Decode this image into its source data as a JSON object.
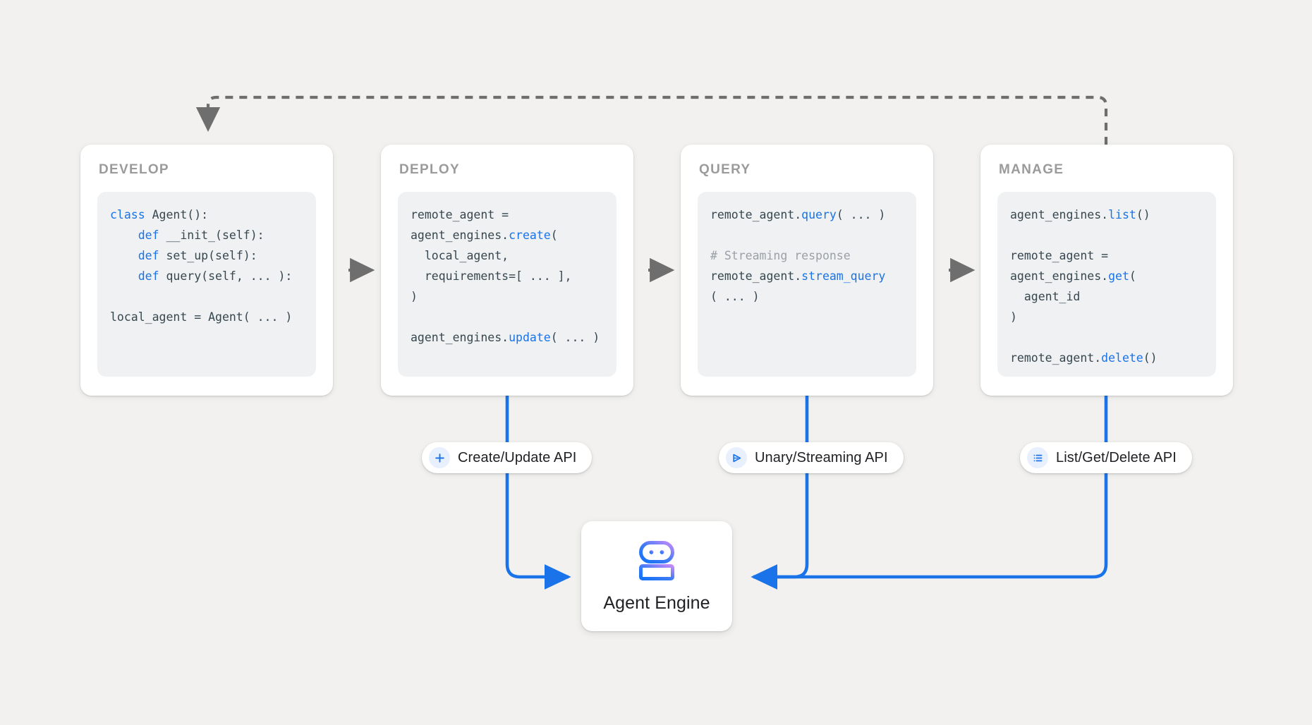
{
  "theme": {
    "background": "#f2f1ef",
    "card_background": "#ffffff",
    "code_background": "#eff1f3",
    "accent_blue": "#1a73e8",
    "connector_blue": "#1a73e8",
    "dashed_arrow_gray": "#6e6e6e",
    "title_gray": "#9b9b9b",
    "comment_gray": "#9aa0a6",
    "code_text": "#37474f",
    "badge_background": "#e8f0fe"
  },
  "stages": [
    {
      "id": "develop",
      "title": "DEVELOP",
      "code_lines": [
        [
          {
            "t": "class ",
            "c": "kw"
          },
          {
            "t": "Agent():",
            "c": ""
          }
        ],
        [
          {
            "t": "    ",
            "c": ""
          },
          {
            "t": "def ",
            "c": "kw"
          },
          {
            "t": "__init_(self):",
            "c": ""
          }
        ],
        [
          {
            "t": "    ",
            "c": ""
          },
          {
            "t": "def ",
            "c": "kw"
          },
          {
            "t": "set_up(self):",
            "c": ""
          }
        ],
        [
          {
            "t": "    ",
            "c": ""
          },
          {
            "t": "def ",
            "c": "kw"
          },
          {
            "t": "query(self, ... ):",
            "c": ""
          }
        ],
        [
          {
            "t": "",
            "c": ""
          }
        ],
        [
          {
            "t": "local_agent = Agent( ... )",
            "c": ""
          }
        ]
      ]
    },
    {
      "id": "deploy",
      "title": "DEPLOY",
      "code_lines": [
        [
          {
            "t": "remote_agent =",
            "c": ""
          }
        ],
        [
          {
            "t": "agent_engines.",
            "c": ""
          },
          {
            "t": "create",
            "c": "fn"
          },
          {
            "t": "(",
            "c": ""
          }
        ],
        [
          {
            "t": "  local_agent,",
            "c": ""
          }
        ],
        [
          {
            "t": "  requirements=[ ... ],",
            "c": ""
          }
        ],
        [
          {
            "t": ")",
            "c": ""
          }
        ],
        [
          {
            "t": "",
            "c": ""
          }
        ],
        [
          {
            "t": "agent_engines.",
            "c": ""
          },
          {
            "t": "update",
            "c": "fn"
          },
          {
            "t": "( ... )",
            "c": ""
          }
        ]
      ]
    },
    {
      "id": "query",
      "title": "QUERY",
      "code_lines": [
        [
          {
            "t": "remote_agent.",
            "c": ""
          },
          {
            "t": "query",
            "c": "fn"
          },
          {
            "t": "( ... )",
            "c": ""
          }
        ],
        [
          {
            "t": "",
            "c": ""
          }
        ],
        [
          {
            "t": "# Streaming response",
            "c": "cm"
          }
        ],
        [
          {
            "t": "remote_agent.",
            "c": ""
          },
          {
            "t": "stream_query",
            "c": "fn"
          }
        ],
        [
          {
            "t": "( ... )",
            "c": ""
          }
        ]
      ]
    },
    {
      "id": "manage",
      "title": "MANAGE",
      "code_lines": [
        [
          {
            "t": "agent_engines.",
            "c": ""
          },
          {
            "t": "list",
            "c": "fn"
          },
          {
            "t": "()",
            "c": ""
          }
        ],
        [
          {
            "t": "",
            "c": ""
          }
        ],
        [
          {
            "t": "remote_agent =",
            "c": ""
          }
        ],
        [
          {
            "t": "agent_engines.",
            "c": ""
          },
          {
            "t": "get",
            "c": "fn"
          },
          {
            "t": "(",
            "c": ""
          }
        ],
        [
          {
            "t": "  agent_id",
            "c": ""
          }
        ],
        [
          {
            "t": ")",
            "c": ""
          }
        ],
        [
          {
            "t": "",
            "c": ""
          }
        ],
        [
          {
            "t": "remote_agent.",
            "c": ""
          },
          {
            "t": "delete",
            "c": "fn"
          },
          {
            "t": "()",
            "c": ""
          }
        ]
      ]
    }
  ],
  "api_pills": [
    {
      "id": "create",
      "label": "Create/Update API",
      "icon": "plus-icon",
      "source_stage": "deploy"
    },
    {
      "id": "unary",
      "label": "Unary/Streaming API",
      "icon": "send-icon",
      "source_stage": "query"
    },
    {
      "id": "list",
      "label": "List/Get/Delete API",
      "icon": "list-icon",
      "source_stage": "manage"
    }
  ],
  "agent_node": {
    "label": "Agent Engine",
    "icon": "robot-icon",
    "icon_gradient_from": "#1a73e8",
    "icon_gradient_to": "#c58af9"
  },
  "flow": {
    "stage_arrows": [
      "develop-to-deploy",
      "deploy-to-query",
      "query-to-manage"
    ],
    "feedback_loop": {
      "from": "manage",
      "to": "develop",
      "style": "dashed"
    },
    "api_connections": [
      {
        "from": "deploy",
        "to": "agent-engine",
        "style": "solid",
        "color": "#1a73e8"
      },
      {
        "from": "query",
        "to": "agent-engine",
        "style": "solid",
        "color": "#1a73e8"
      },
      {
        "from": "manage",
        "to": "agent-engine",
        "style": "solid",
        "color": "#1a73e8"
      }
    ]
  }
}
